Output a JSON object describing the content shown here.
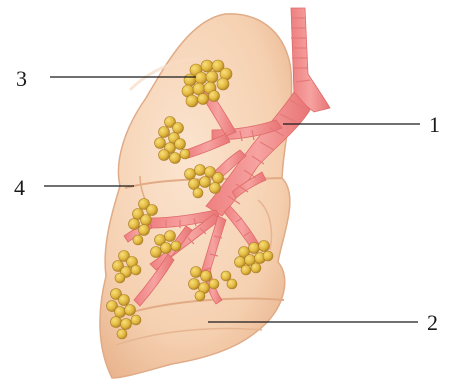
{
  "diagram": {
    "labels": [
      {
        "id": "1",
        "text": "1"
      },
      {
        "id": "2",
        "text": "2"
      },
      {
        "id": "3",
        "text": "3"
      },
      {
        "id": "4",
        "text": "4"
      }
    ]
  },
  "colors": {
    "lung_fill": "#f5d3b5",
    "lung_outline": "#e0ab86",
    "lobe_shadow": "#ebbd98",
    "airway": "#f28f8f",
    "airway_dark": "#e2706f",
    "alveoli": "#e8c04a",
    "alveoli_dark": "#b8902a"
  }
}
